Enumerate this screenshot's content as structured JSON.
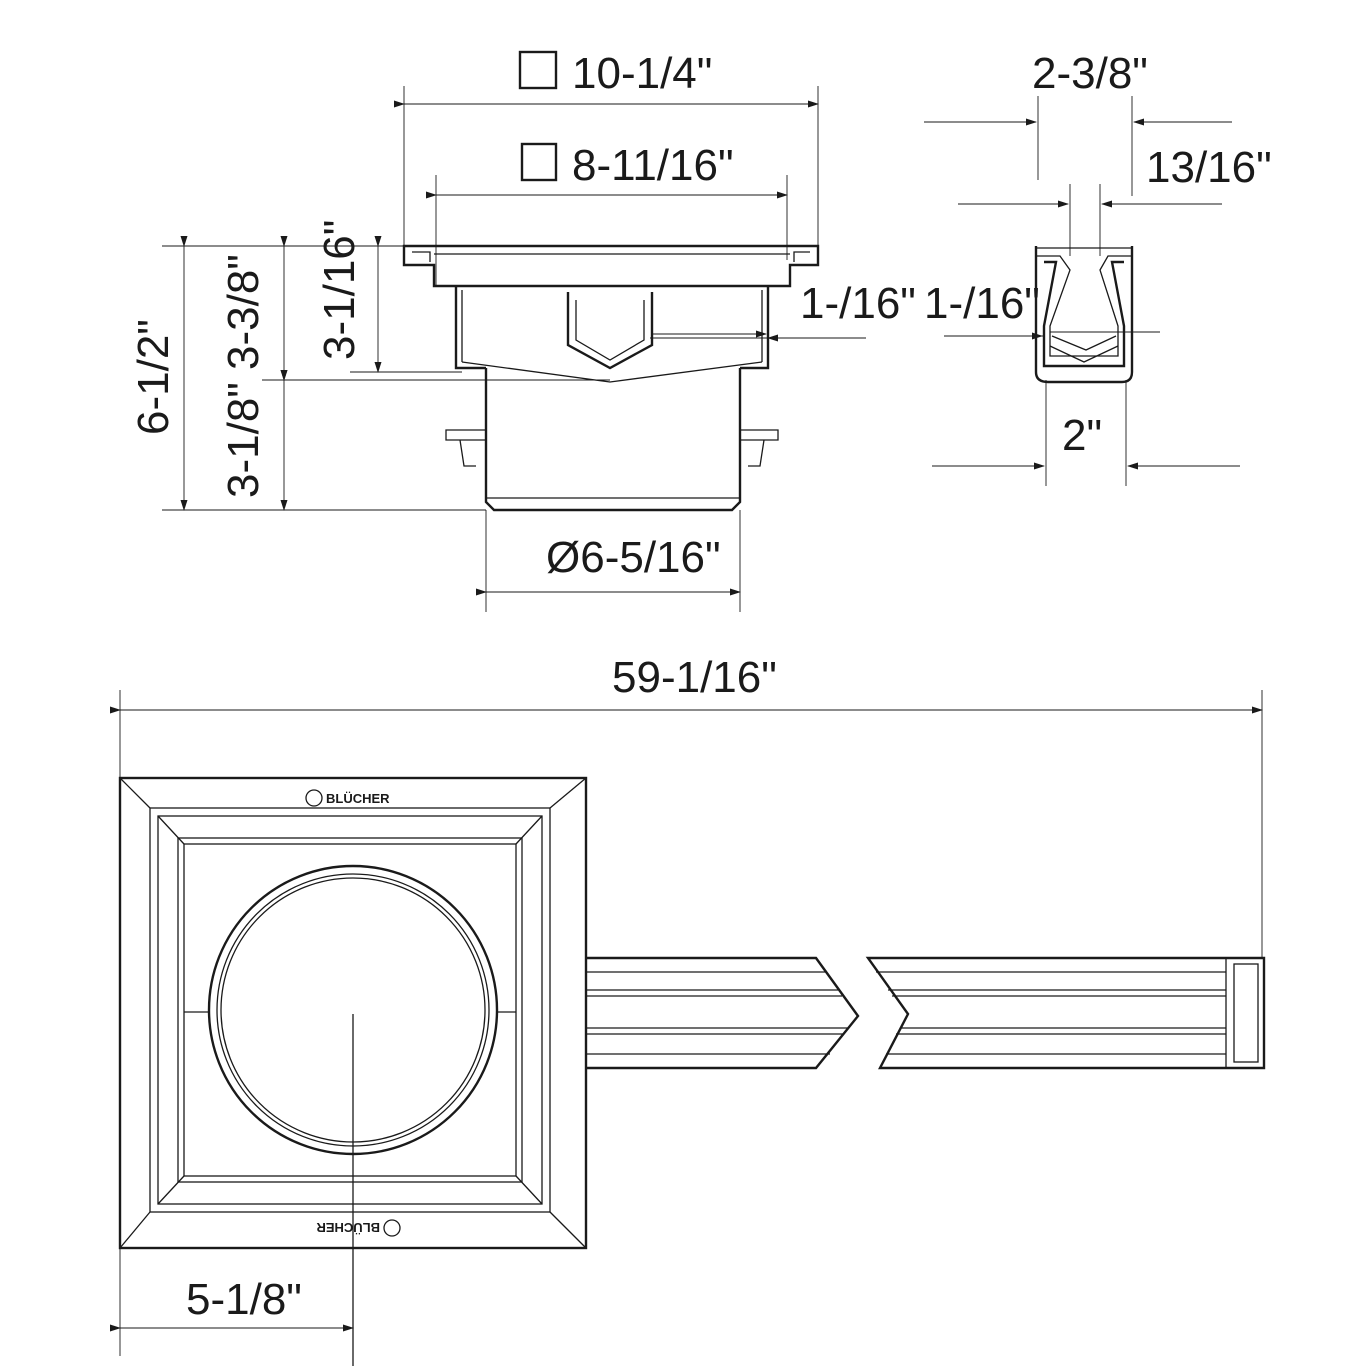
{
  "brand": "BLÜCHER",
  "colors": {
    "line": "#1a1a1a",
    "background": "#ffffff"
  },
  "front_view": {
    "overall_width": "10-1/4\"",
    "inner_width": "8-11/16\"",
    "total_height": "6-1/2\"",
    "body_height": "3-3/8\"",
    "outlet_height": "3-1/8\"",
    "depth": "3-1/16\"",
    "slope": "1-/16\"",
    "outlet_diameter": "Ø6-5/16\""
  },
  "channel_section": {
    "top_width": "2-3/8\"",
    "slot_width": "13/16\"",
    "slope": "1-/16\"",
    "bottom_width": "2\""
  },
  "plan_view": {
    "overall_length": "59-1/16\"",
    "center_offset": "5-1/8\""
  }
}
